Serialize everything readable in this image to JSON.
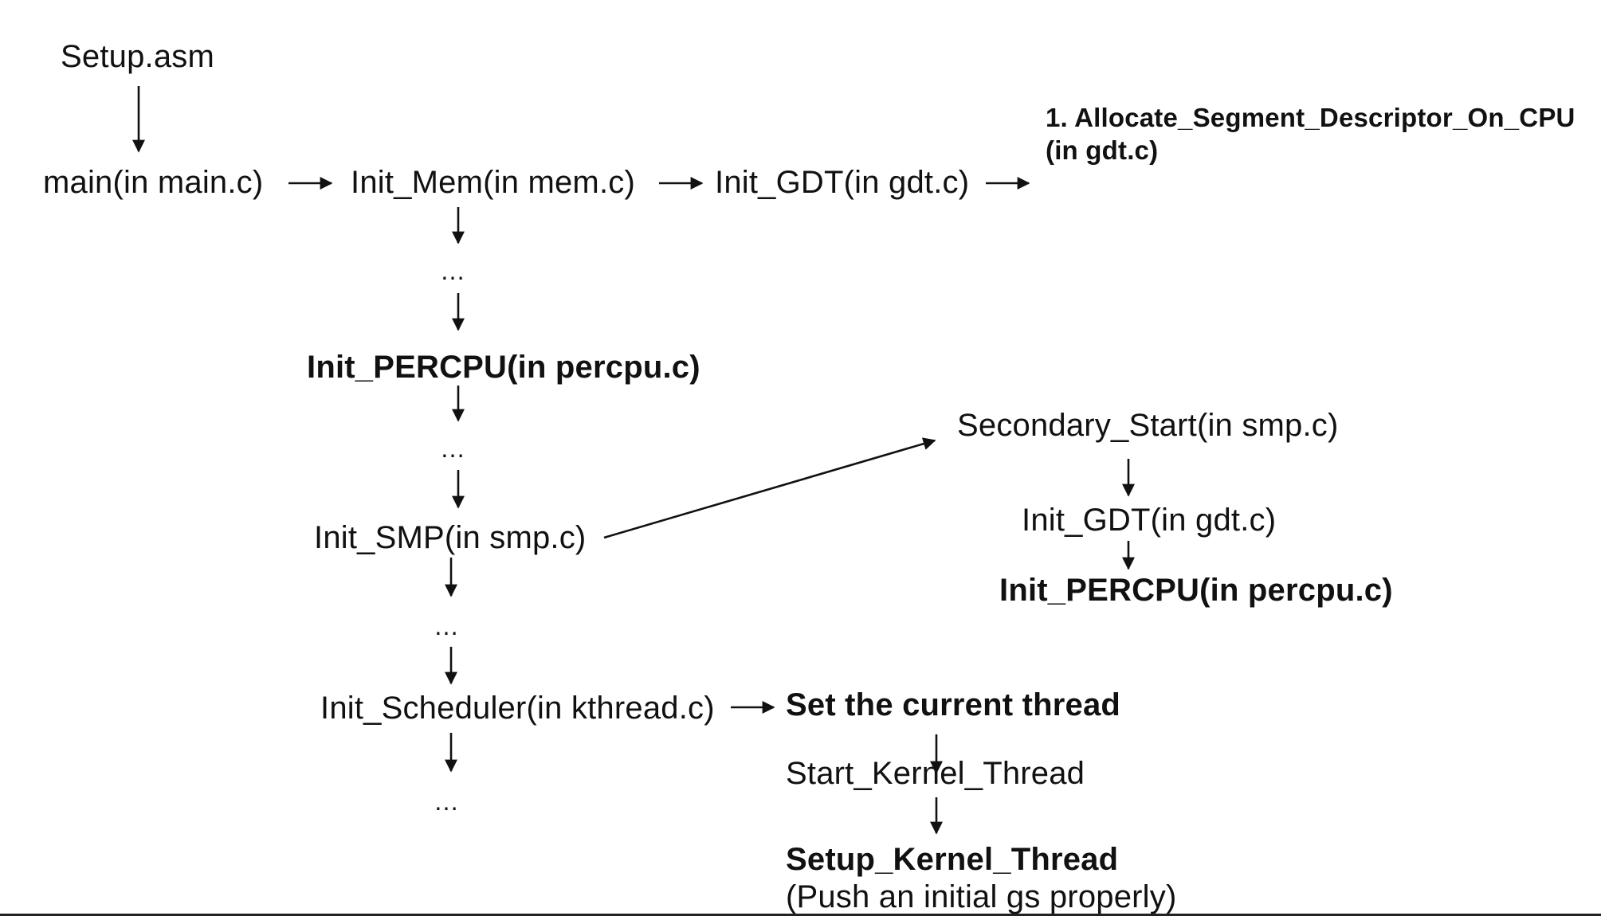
{
  "nodes": {
    "setup_asm": "Setup.asm",
    "main": "main(in main.c)",
    "init_mem": "Init_Mem(in mem.c)",
    "init_gdt": "Init_GDT(in gdt.c)",
    "allocate_line1": "1. Allocate_Segment_Descriptor_On_CPU",
    "allocate_line2": "(in gdt.c)",
    "ellipsis_1": "…",
    "init_percpu": "Init_PERCPU(in percpu.c)",
    "ellipsis_2": "…",
    "init_smp": "Init_SMP(in smp.c)",
    "secondary_start": "Secondary_Start(in smp.c)",
    "init_gdt_2": "Init_GDT(in gdt.c)",
    "init_percpu_2": "Init_PERCPU(in percpu.c)",
    "ellipsis_3": "…",
    "init_scheduler": "Init_Scheduler(in kthread.c)",
    "set_current_thread": "Set the current thread",
    "start_kernel_thread": "Start_Kernel_Thread",
    "ellipsis_4": "…",
    "setup_kernel_thread": "Setup_Kernel_Thread",
    "push_note_before": "(Push an initial ",
    "push_note_misspelled": "gs",
    "push_note_after": " properly)"
  },
  "colors": {
    "ink": "#111111",
    "background": "#ffffff",
    "spellcheck": "#cc1111"
  }
}
